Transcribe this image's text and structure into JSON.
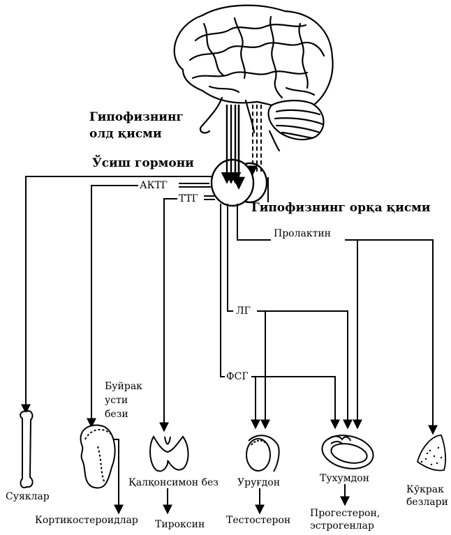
{
  "labels": {
    "anterior_pituitary_line1": "Гипофизнинг",
    "anterior_pituitary_line2": "олд қисми",
    "growth_hormone": "Ўсиш гормони",
    "acth": "АКТГ",
    "tsh": "ТТГ",
    "posterior_pituitary": "Гипофизнинг орқа қисми",
    "prolactin": "Пролактин",
    "lh": "ЛГ",
    "fsh": "ФСГ",
    "adrenal_line1": "Буйрак",
    "adrenal_line2": "усти",
    "adrenal_line3": "бези"
  },
  "targets": {
    "bones": "Суяклар",
    "adrenal_output": "Кортикостероидлар",
    "thyroid": "Қалқонсимон без",
    "thyroxine": "Тироксин",
    "testis": "Уруғдон",
    "testosterone": "Тестостерон",
    "ovary": "Тухумдон",
    "ovary_output_line1": "Прогестерон,",
    "ovary_output_line2": "эстрогенлар",
    "breast_line1": "Кўкрак",
    "breast_line2": "безлари"
  },
  "colors": {
    "ink": "#000000",
    "background": "#ffffff"
  }
}
